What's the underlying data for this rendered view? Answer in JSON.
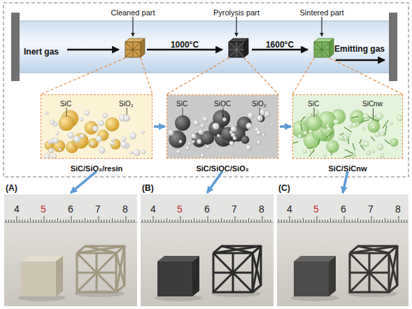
{
  "diagram": {
    "nodes": [
      {
        "text": [
          "SiC",
          "SiO₂",
          "SiC/SiO₂/resin"
        ]
      },
      {
        "text": [
          "SiC",
          "SiOC",
          "SiO₂",
          "SiC/SiOC/SiO₂"
        ]
      },
      {
        "text": [
          "SiC",
          "SiCnw",
          "SiC/SiCnw"
        ]
      },
      {
        "text": [
          "(A)"
        ]
      },
      {
        "text": [
          "(B)"
        ]
      },
      {
        "text": [
          "(C)"
        ]
      }
    ],
    "edges": [
      {
        "from": 0,
        "to": 1,
        "arrow": "to"
      },
      {
        "from": 1,
        "to": 2,
        "arrow": "to"
      },
      {
        "from": 0,
        "to": 3,
        "arrow": "to"
      },
      {
        "from": 1,
        "to": 4,
        "arrow": "to"
      },
      {
        "from": 2,
        "to": 5,
        "arrow": "to"
      }
    ],
    "labels": [
      "Cleaned part",
      "Pyrolysis part",
      "Sintered part",
      "Inert gas",
      "1000°C",
      "1600°C",
      "Emitting gas",
      "4",
      "5",
      "6",
      "7",
      "8",
      "4",
      "5",
      "6",
      "7",
      "8",
      "4",
      "5",
      "6",
      "7",
      "8"
    ]
  }
}
